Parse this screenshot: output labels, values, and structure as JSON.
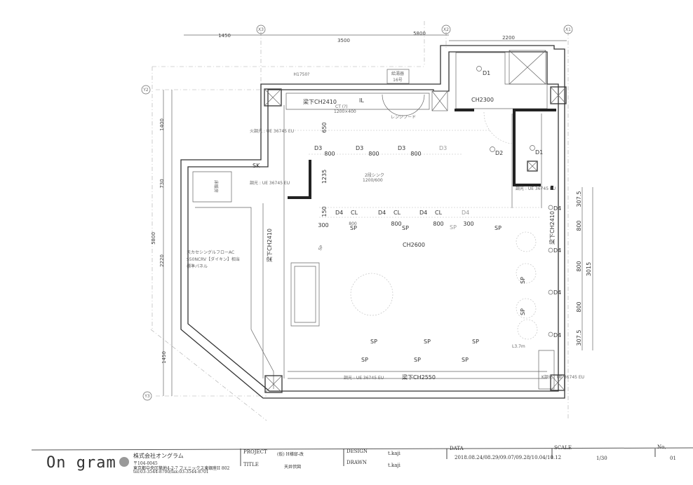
{
  "grid": {
    "x3": "X3",
    "x2": "X2",
    "x1": "X1",
    "y2": "Y2",
    "y3": "Y3"
  },
  "dims_top": {
    "d1450": "1450",
    "d3500": "3500",
    "d5800": "5800",
    "d2200": "2200"
  },
  "dims_left": {
    "d1400": "1400",
    "d730": "730",
    "d2220": "2220",
    "d5800": "5800",
    "d1450": "1450"
  },
  "dims_right": {
    "a": "307.5",
    "b": "800",
    "c": "800",
    "d": "800",
    "e": "307.5",
    "total": "3015"
  },
  "labels": {
    "h1750": "H1750?",
    "water_heater_1": "給湯器",
    "water_heater_2": "16号",
    "beam_ch2410_top": "梁下CH2410",
    "il": "IL",
    "ct": "CT (?)",
    "ct_size": "1200×400",
    "range_hood": "レンジフード",
    "ch2300": "CH2300",
    "d1_a": "D1",
    "d1_b": "D1",
    "d2": "D2",
    "d3_1": "D3",
    "d3_2": "D3",
    "d3_3": "D3",
    "d3_4": "D3",
    "d3_800_1": "800",
    "d3_800_2": "800",
    "d3_800_3": "800",
    "v650": "650",
    "v1235": "1235",
    "v150": "150",
    "dimmer_1": "火調光 : UE 36745 EU",
    "dimmer_2": "調光 : UE 36745 EU",
    "dimmer_3": "調光 : UE 36745 EU",
    "dimmer_4": "調光 : UE 36745 EU",
    "dimmer_5": "K調光 : UE 36745 EU",
    "sk": "SK",
    "floor_heating": "床暖房",
    "beam_ch2410_left": "梁下CH2410",
    "beam_ch2410_right": "梁下CH2410",
    "ac_1": "天カセシングルフローAC",
    "ac_2": "S50NCRV【ダイキン】相当",
    "ac_3": "標準パネル",
    "sink_1": "2段シンク",
    "sink_2": "1200/600",
    "ch2600": "CH2600",
    "d4_1": "D4",
    "cl_1": "CL",
    "d4_2": "D4",
    "cl_2": "CL",
    "d4_3": "D4",
    "cl_3": "CL",
    "d4_4": "D4",
    "r300_a": "300",
    "r800_a": "800",
    "r800_b": "800",
    "r800_c": "800",
    "r300_b": "300",
    "sp_1": "SP",
    "sp_2": "SP",
    "sp_3": "SP",
    "sp_4": "SP",
    "sp_5": "SP",
    "sp_6": "SP",
    "sp_7": "SP",
    "sp_8": "SP",
    "sp_9": "SP",
    "sp_10": "SP",
    "sp_11": "SP",
    "sp_12": "SP",
    "sp_13": "SP",
    "l37": "L3.7m",
    "beam_ch2550": "梁下CH2550",
    "d4_r1": "D4",
    "d4_r2": "D4",
    "d4_r3": "D4",
    "d4_r4": "D4"
  },
  "title_block": {
    "logo": "On gram",
    "company": "株式会社オングラム",
    "postal": "〒104-0045",
    "address": "東京都中央区築地4-2-7 フェニックス東銀座II 802",
    "tel": "tel:03-3544-8700/fax:03-3544-8701",
    "project_label": "PROJECT",
    "project_value": "(仮) H様邸-改",
    "title_label": "TITLE",
    "title_value": "天井伏図",
    "design_label": "DESIGN",
    "design_value": "t.kaji",
    "drawn_label": "DRAWN",
    "drawn_value": "t.kaji",
    "data_label": "DATA",
    "data_value": "2018.08.24/08.29/09.07/09.28/10.04/10.12",
    "scale_label": "SCALE",
    "scale_value": "1/30",
    "no_label": "No,",
    "no_value": "01"
  }
}
